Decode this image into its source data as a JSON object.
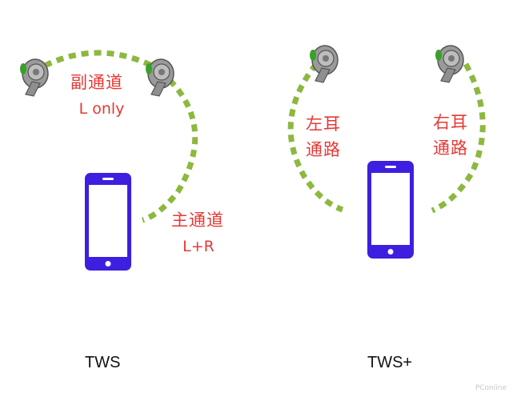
{
  "colors": {
    "dash": "#8db83f",
    "phone": "#3d1fe0",
    "label": "#e53935",
    "earbud": "#8a8a8a",
    "earbud_tip": "#3aa02c"
  },
  "tws": {
    "caption": "TWS",
    "secondary_channel": {
      "line1": "副通道",
      "line2": "L only"
    },
    "main_channel": {
      "line1": "主通道",
      "line2": "L+R"
    }
  },
  "tws_plus": {
    "caption": "TWS+",
    "left_path": {
      "line1": "左耳",
      "line2": "通路"
    },
    "right_path": {
      "line1": "右耳",
      "line2": "通路"
    }
  },
  "watermark": "PConline"
}
